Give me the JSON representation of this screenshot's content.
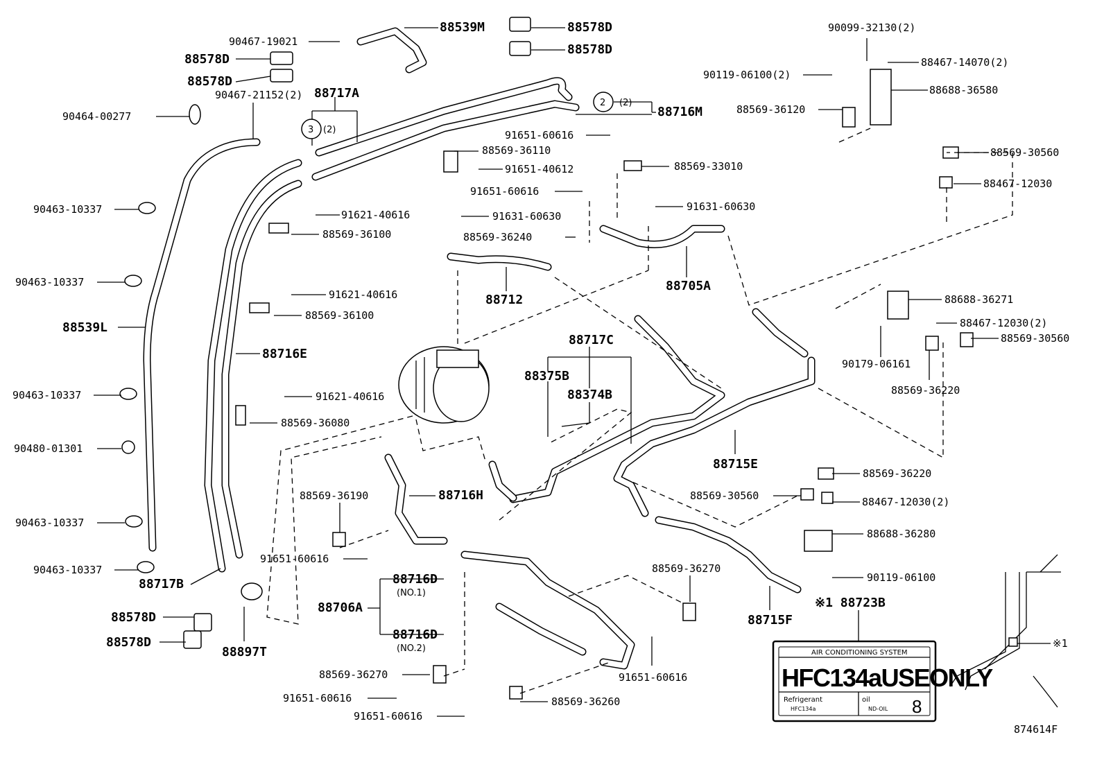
{
  "diagram_id": "874614F",
  "note_mark": "※1",
  "callouts": {
    "a88539M": "88539M",
    "a90467_19021": "90467-19021",
    "a88578D_1": "88578D",
    "a88578D_2": "88578D",
    "a88578D_3": "88578D",
    "a88578D_4": "88578D",
    "a88578D_5": "88578D",
    "a88578D_6": "88578D",
    "a90467_21152": "90467-21152(2)",
    "a88717A": "88717A",
    "a90464_00277": "90464-00277",
    "circ3": "3",
    "circ3_qty": "(2)",
    "circ2": "2",
    "circ2_qty": "(2)",
    "a88716M": "88716M",
    "a91651_60616_a": "91651-60616",
    "a88569_36110": "88569-36110",
    "a91651_40612": "91651-40612",
    "a88569_33010": "88569-33010",
    "a91651_60616_b": "91651-60616",
    "a90463_10337_1": "90463-10337",
    "a91621_40616_a": "91621-40616",
    "a91631_60630_a": "91631-60630",
    "a91631_60630_b": "91631-60630",
    "a88569_36100_a": "88569-36100",
    "a88569_36240": "88569-36240",
    "a90463_10337_2": "90463-10337",
    "a88712": "88712",
    "a88705A": "88705A",
    "a91621_40616_b": "91621-40616",
    "a88569_36100_b": "88569-36100",
    "a88539L": "88539L",
    "a88717C": "88717C",
    "a88716E": "88716E",
    "a88375B": "88375B",
    "a88374B": "88374B",
    "a90463_10337_3": "90463-10337",
    "a91621_40616_c": "91621-40616",
    "a88569_36080": "88569-36080",
    "a90480_01301": "90480-01301",
    "a88715E": "88715E",
    "a88569_36190": "88569-36190",
    "a88716H": "88716H",
    "a88569_30560_b": "88569-30560",
    "a90463_10337_4": "90463-10337",
    "a91651_60616_c": "91651-60616",
    "a90463_10337_5": "90463-10337",
    "a88717B": "88717B",
    "a88716D_1": "88716D",
    "a88716D_1_note": "(NO.1)",
    "a88706A": "88706A",
    "a88716D_2": "88716D",
    "a88716D_2_note": "(NO.2)",
    "a88897T": "88897T",
    "a88569_36270_a": "88569-36270",
    "a88569_36270_b": "88569-36270",
    "a91651_60616_d": "91651-60616",
    "a91651_60616_e": "91651-60616",
    "a91651_60616_f": "91651-60616",
    "a88569_36260": "88569-36260",
    "a88715F": "88715F",
    "a88723B": "※1 88723B",
    "a90099_32130": "90099-32130(2)",
    "a88467_14070": "88467-14070(2)",
    "a90119_06100_a": "90119-06100(2)",
    "a88688_36580": "88688-36580",
    "a88569_36120": "88569-36120",
    "a88569_30560_a": "88569-30560",
    "a88467_12030_a": "88467-12030",
    "a88688_36271": "88688-36271",
    "a88467_12030_b": "88467-12030(2)",
    "a88569_30560_c": "88569-30560",
    "a90179_06161": "90179-06161",
    "a88569_36220_a": "88569-36220",
    "a88569_36220_b": "88569-36220",
    "a88467_12030_c": "88467-12030(2)",
    "a88688_36280": "88688-36280",
    "a90119_06100_b": "90119-06100"
  },
  "label_plate": {
    "heading": "AIR CONDITIONING SYSTEM",
    "main": "HFC134aUSEONLY",
    "refrigerant_label": "Refrigerant",
    "refrigerant_value": "HFC134a",
    "oil_label": "oil",
    "oil_value": "ND-OIL",
    "oil_number": "8"
  }
}
